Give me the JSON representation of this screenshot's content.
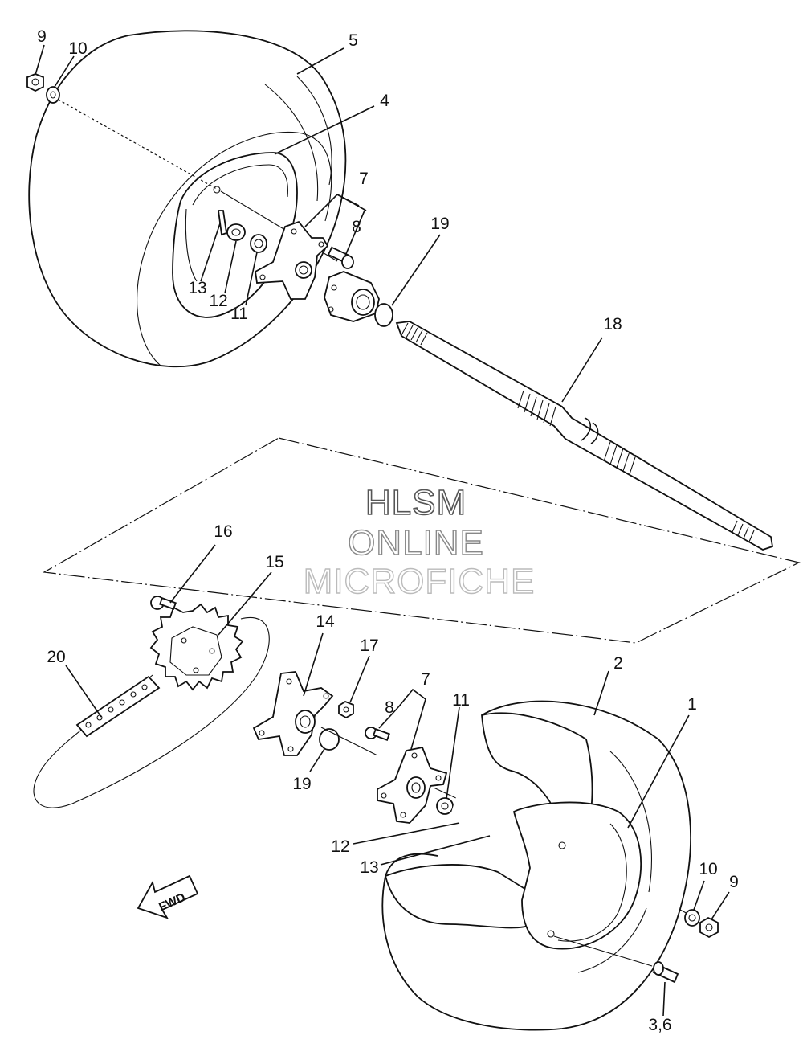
{
  "watermark": {
    "line1": "HLSM",
    "line2": "ONLINE",
    "line3": "MICROFICHE"
  },
  "direction_marker": "FWD",
  "callouts": {
    "c9_top": "9",
    "c10_top": "10",
    "c5": "5",
    "c4": "4",
    "c7_top": "7",
    "c8_top": "8",
    "c19_top": "19",
    "c13_top": "13",
    "c12_top": "12",
    "c11_top": "11",
    "c18": "18",
    "c16": "16",
    "c15": "15",
    "c14": "14",
    "c17": "17",
    "c20": "20",
    "c7_bot": "7",
    "c8_bot": "8",
    "c11_bot": "11",
    "c19_bot": "19",
    "c2": "2",
    "c1": "1",
    "c12_bot": "12",
    "c13_bot": "13",
    "c10_bot": "10",
    "c9_bot": "9",
    "c3_6": "3,6"
  }
}
